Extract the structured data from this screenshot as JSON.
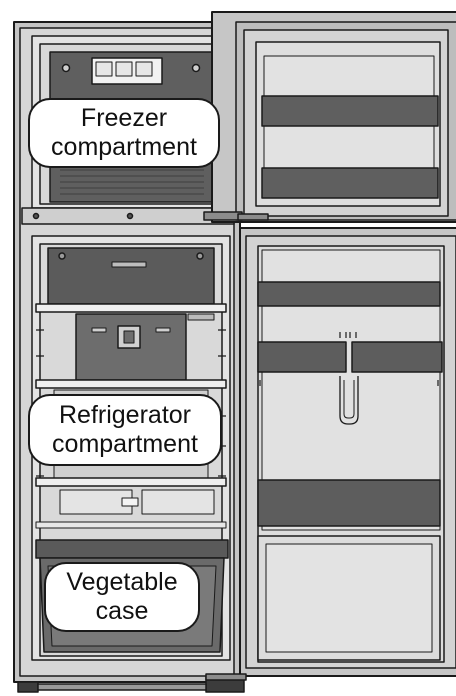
{
  "labels": {
    "freezer": [
      "Freezer",
      "compartment"
    ],
    "refrigerator": [
      "Refrigerator",
      "compartment"
    ],
    "vegetable": [
      "Vegetable",
      "case"
    ]
  },
  "colors": {
    "outline": "#1a1a1a",
    "body": "#c9c9c9",
    "liner": "#e2e2e2",
    "dark": "#4a4a4a",
    "mid": "#8f8f8f"
  }
}
